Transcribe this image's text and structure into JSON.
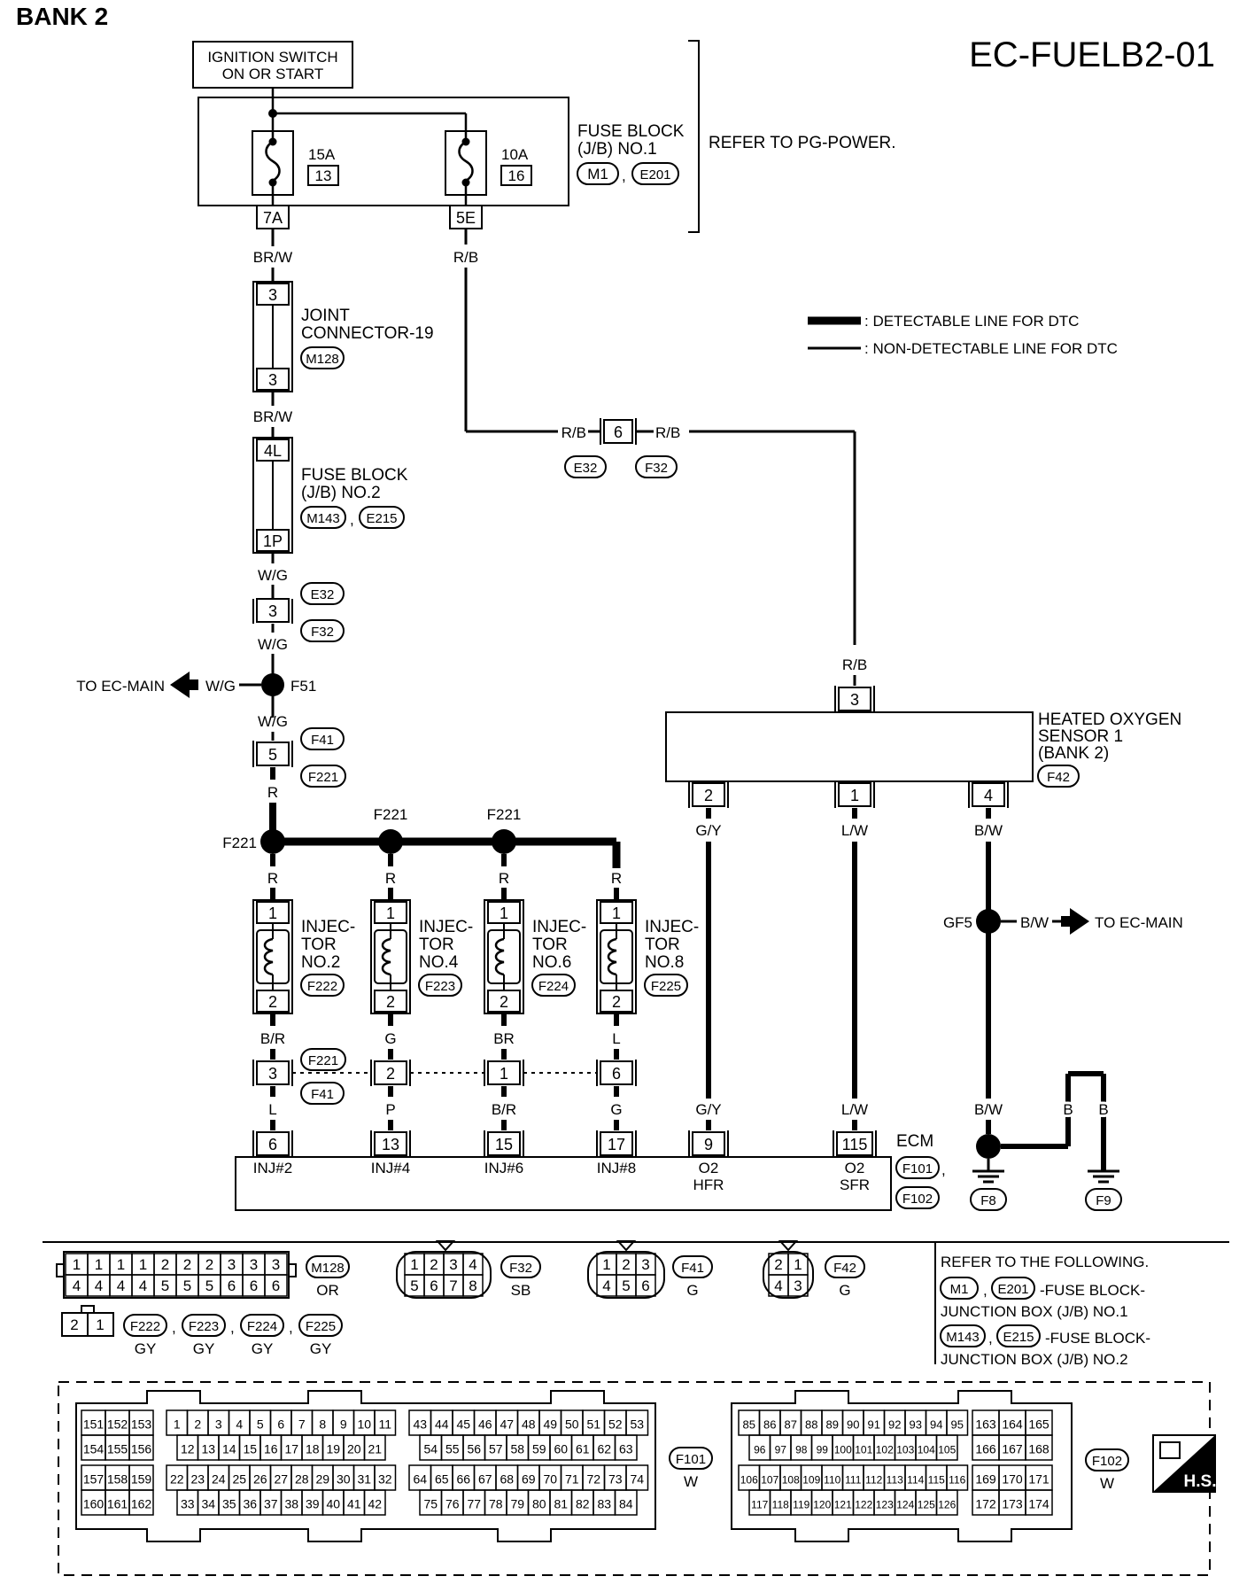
{
  "header": {
    "bank": "BANK 2",
    "code": "EC-FUELB2-01"
  },
  "ignition": {
    "line1": "IGNITION SWITCH",
    "line2": "ON OR START"
  },
  "fuse_block_1": {
    "label1": "FUSE BLOCK",
    "label2": "(J/B) NO.1",
    "conn1": "M1",
    "conn2": "E201",
    "sep": ",",
    "refer": "REFER TO PG-POWER.",
    "fuse_a": {
      "amp": "15A",
      "num": "13",
      "pin": "7A"
    },
    "fuse_b": {
      "amp": "10A",
      "num": "16",
      "pin": "5E"
    }
  },
  "legend": {
    "detectable": ": DETECTABLE LINE FOR DTC",
    "nondetectable": ": NON-DETECTABLE LINE FOR DTC"
  },
  "wires": {
    "brw": "BR/W",
    "rb": "R/B",
    "wg": "W/G",
    "r": "R",
    "gy": "G/Y",
    "lw": "L/W",
    "bw": "B/W",
    "br_inj": "B/R",
    "g": "G",
    "brown": "BR",
    "l": "L",
    "p": "P",
    "b": "B"
  },
  "joint_connector": {
    "label1": "JOINT",
    "label2": "CONNECTOR-19",
    "conn": "M128",
    "pin_top": "3",
    "pin_bot": "3"
  },
  "fuse_block_2": {
    "label1": "FUSE BLOCK",
    "label2": "(J/B) NO.2",
    "conn1": "M143",
    "conn2": "E215",
    "sep": ",",
    "pin_top": "4L",
    "pin_bot": "1P"
  },
  "connectors": {
    "e32": "E32",
    "f32": "F32",
    "f41": "F41",
    "f221": "F221",
    "pin3": "3",
    "pin5": "5",
    "pin6": "6"
  },
  "splices": {
    "f51": "F51",
    "f221": "F221",
    "gf5": "GF5",
    "to_main": "TO EC-MAIN"
  },
  "o2_sensor": {
    "line1": "HEATED OXYGEN",
    "line2": "SENSOR 1",
    "line3": "(BANK 2)",
    "conn": "F42",
    "pin_top": "3",
    "pins": [
      "2",
      "1",
      "4"
    ]
  },
  "injectors": [
    {
      "l1": "INJEC-",
      "l2": "TOR",
      "l3": "NO.2",
      "conn": "F222",
      "p1": "1",
      "p2": "2"
    },
    {
      "l1": "INJEC-",
      "l2": "TOR",
      "l3": "NO.4",
      "conn": "F223",
      "p1": "1",
      "p2": "2"
    },
    {
      "l1": "INJEC-",
      "l2": "TOR",
      "l3": "NO.6",
      "conn": "F224",
      "p1": "1",
      "p2": "2"
    },
    {
      "l1": "INJEC-",
      "l2": "TOR",
      "l3": "NO.8",
      "conn": "F225",
      "p1": "1",
      "p2": "2"
    }
  ],
  "mid_conn_pins": [
    "3",
    "2",
    "1",
    "6"
  ],
  "ecm": {
    "label": "ECM",
    "conn1": "F101",
    "conn2": "F102",
    "sep": ",",
    "pins": [
      {
        "num": "6",
        "name": "INJ#2",
        "name2": ""
      },
      {
        "num": "13",
        "name": "INJ#4",
        "name2": ""
      },
      {
        "num": "15",
        "name": "INJ#6",
        "name2": ""
      },
      {
        "num": "17",
        "name": "INJ#8",
        "name2": ""
      },
      {
        "num": "9",
        "name": "O2",
        "name2": "HFR"
      },
      {
        "num": "115",
        "name": "O2",
        "name2": "SFR"
      }
    ]
  },
  "grounds": {
    "f8": "F8",
    "f9": "F9"
  },
  "connector_views": {
    "m128": {
      "top": [
        "1",
        "1",
        "1",
        "1",
        "2",
        "2",
        "2",
        "3",
        "3",
        "3"
      ],
      "bottom": [
        "4",
        "4",
        "4",
        "4",
        "5",
        "5",
        "5",
        "6",
        "6",
        "6"
      ],
      "id": "M128",
      "color": "OR"
    },
    "f32": {
      "top": [
        "1",
        "2",
        "3",
        "4"
      ],
      "bottom": [
        "5",
        "6",
        "7",
        "8"
      ],
      "id": "F32",
      "color": "SB"
    },
    "f41": {
      "top": [
        "1",
        "2",
        "3"
      ],
      "bottom": [
        "4",
        "5",
        "6"
      ],
      "id": "F41",
      "color": "G"
    },
    "f42": {
      "top": [
        "2",
        "1"
      ],
      "bottom": [
        "4",
        "3"
      ],
      "id": "F42",
      "color": "G"
    },
    "inj": {
      "pins": [
        "2",
        "1"
      ],
      "ids": [
        "F222",
        "F223",
        "F224",
        "F225"
      ],
      "color": "GY",
      "sep": ","
    }
  },
  "refer_following": {
    "title": "REFER TO THE FOLLOWING.",
    "c1": "M1",
    "c2": "E201",
    "d1a": "-FUSE BLOCK-",
    "d1b": "JUNCTION BOX (J/B) NO.1",
    "c3": "M143",
    "c4": "E215",
    "d2a": "-FUSE BLOCK-",
    "d2b": "JUNCTION BOX (J/B) NO.2",
    "sep": ","
  },
  "ecm_f101": {
    "id": "F101",
    "color": "W",
    "g1r1": [
      "151",
      "152",
      "153"
    ],
    "g1r2": [
      "154",
      "155",
      "156"
    ],
    "g1r3": [
      "157",
      "158",
      "159"
    ],
    "g1r4": [
      "160",
      "161",
      "162"
    ],
    "g2r1": [
      "1",
      "2",
      "3",
      "4",
      "5",
      "6",
      "7",
      "8",
      "9",
      "10",
      "11"
    ],
    "g2r2": [
      "12",
      "13",
      "14",
      "15",
      "16",
      "17",
      "18",
      "19",
      "20",
      "21"
    ],
    "g2r3": [
      "22",
      "23",
      "24",
      "25",
      "26",
      "27",
      "28",
      "29",
      "30",
      "31",
      "32"
    ],
    "g2r4": [
      "33",
      "34",
      "35",
      "36",
      "37",
      "38",
      "39",
      "40",
      "41",
      "42"
    ],
    "g3r1": [
      "43",
      "44",
      "45",
      "46",
      "47",
      "48",
      "49",
      "50",
      "51",
      "52",
      "53"
    ],
    "g3r2": [
      "54",
      "55",
      "56",
      "57",
      "58",
      "59",
      "60",
      "61",
      "62",
      "63"
    ],
    "g3r3": [
      "64",
      "65",
      "66",
      "67",
      "68",
      "69",
      "70",
      "71",
      "72",
      "73",
      "74"
    ],
    "g3r4": [
      "75",
      "76",
      "77",
      "78",
      "79",
      "80",
      "81",
      "82",
      "83",
      "84"
    ]
  },
  "ecm_f102": {
    "id": "F102",
    "color": "W",
    "g1r1": [
      "85",
      "86",
      "87",
      "88",
      "89",
      "90",
      "91",
      "92",
      "93",
      "94",
      "95"
    ],
    "g1r2": [
      "96",
      "97",
      "98",
      "99",
      "100",
      "101",
      "102",
      "103",
      "104",
      "105"
    ],
    "g1r3": [
      "106",
      "107",
      "108",
      "109",
      "110",
      "111",
      "112",
      "113",
      "114",
      "115",
      "116"
    ],
    "g1r4": [
      "117",
      "118",
      "119",
      "120",
      "121",
      "122",
      "123",
      "124",
      "125",
      "126"
    ],
    "g2r1": [
      "163",
      "164",
      "165"
    ],
    "g2r2": [
      "166",
      "167",
      "168"
    ],
    "g2r3": [
      "169",
      "170",
      "171"
    ],
    "g2r4": [
      "172",
      "173",
      "174"
    ]
  },
  "hs_mark": "H.S."
}
